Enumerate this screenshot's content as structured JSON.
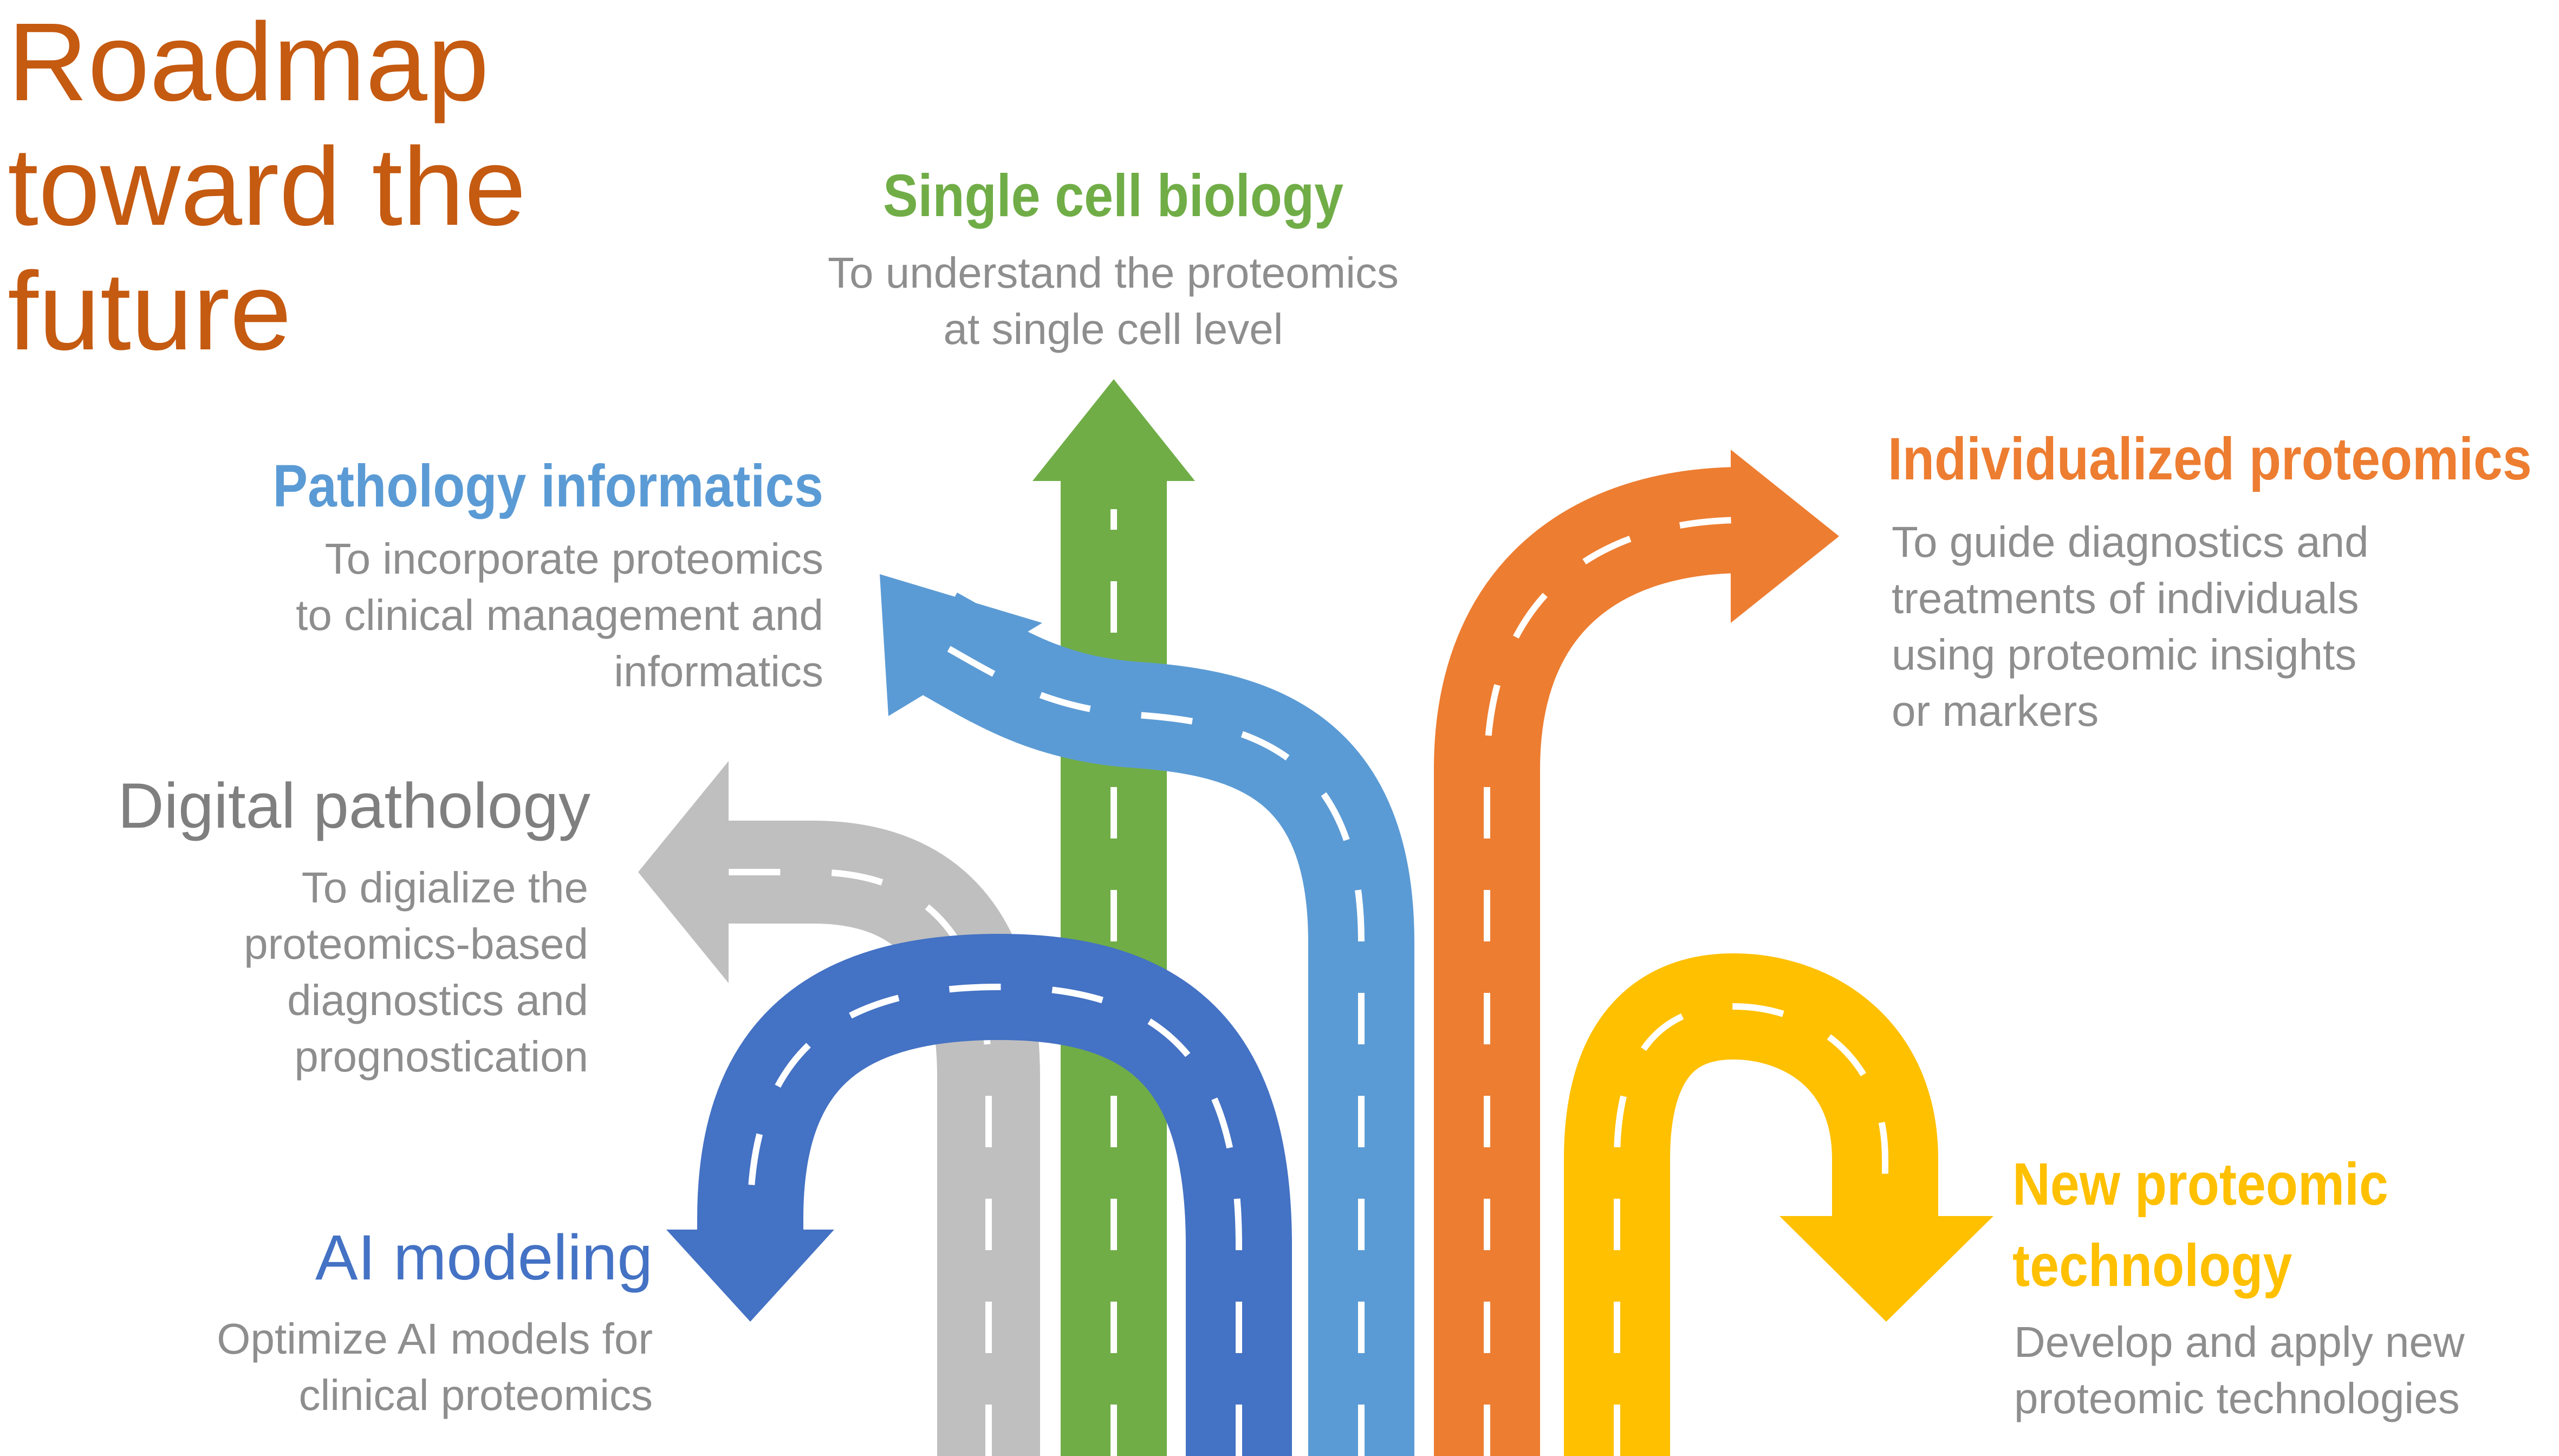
{
  "title": {
    "lines": [
      "Roadmap",
      "toward the",
      "future"
    ],
    "color": "#c55a11"
  },
  "roads": [
    {
      "id": "digital-pathology-road",
      "color": "#bfbfbf"
    },
    {
      "id": "single-cell-road",
      "color": "#70ad47"
    },
    {
      "id": "pathology-informatics-road",
      "color": "#5b9bd5"
    },
    {
      "id": "ai-modeling-road",
      "color": "#4472c4"
    },
    {
      "id": "individualized-road",
      "color": "#ed7d31"
    },
    {
      "id": "new-technology-road",
      "color": "#ffc000"
    }
  ],
  "lane_marking_color": "#ffffff",
  "branches": {
    "single_cell": {
      "heading": "Single cell biology",
      "color": "#70ad47",
      "desc": [
        "To understand the proteomics",
        "at single cell level"
      ]
    },
    "pathology_informatics": {
      "heading": "Pathology informatics",
      "color": "#5b9bd5",
      "desc": [
        "To incorporate proteomics",
        "to clinical management and",
        "informatics"
      ]
    },
    "digital_pathology": {
      "heading": "Digital pathology",
      "color": "#7f7f7f",
      "desc": [
        "To digialize the",
        "proteomics-based",
        "diagnostics and",
        "prognostication"
      ]
    },
    "ai_modeling": {
      "heading": "AI modeling",
      "color": "#4472c4",
      "desc": [
        "Optimize AI models for",
        "clinical proteomics"
      ]
    },
    "individualized": {
      "heading": "Individualized proteomics",
      "color": "#ed7d31",
      "desc": [
        "To guide diagnostics and",
        "treatments of individuals",
        "using proteomic insights",
        "or markers"
      ]
    },
    "new_technology": {
      "heading": [
        "New proteomic",
        "technology"
      ],
      "color": "#ffc000",
      "desc": [
        "Develop and apply new",
        "proteomic technologies"
      ]
    }
  }
}
